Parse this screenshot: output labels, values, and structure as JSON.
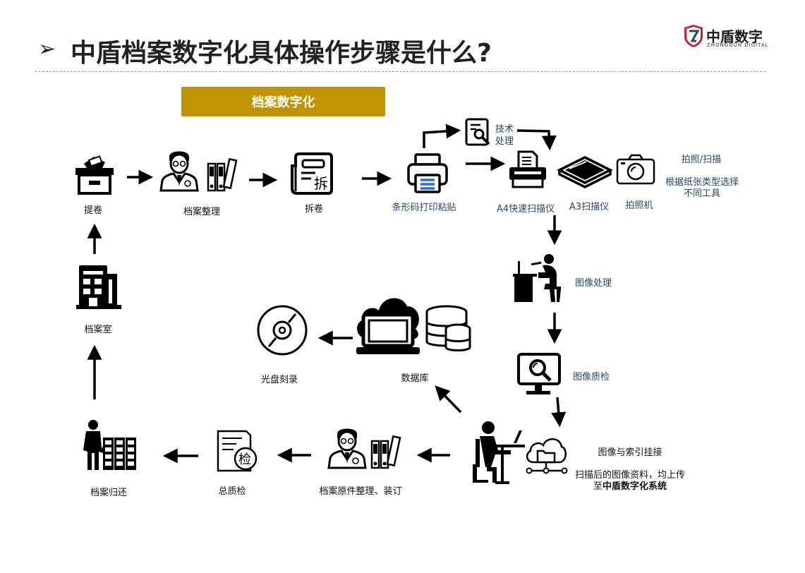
{
  "header": {
    "title": "中盾档案数字化具体操作步骤是什么?",
    "brand_name": "中盾数字",
    "brand_sub": "ZHONGDUN  DIGITAL",
    "brand_color": "#c0272d"
  },
  "banner": {
    "label": "档案数字化",
    "color": "#c09300"
  },
  "steps": {
    "tijuan": "提卷",
    "zhengli": "档案整理",
    "chaijuan": "拆卷",
    "tiaoxingma": "条形码打印粘贴",
    "jishu": "技术",
    "chuli": "处理",
    "a4": "A4快速扫描仪",
    "a3": "A3扫描仪",
    "camera": "拍照机",
    "paizhao_note": "拍照/扫描",
    "tool_note_1": "根据纸张类型选择",
    "tool_note_2": "不同工具",
    "image_process": "图像处理",
    "image_qc": "图像质检",
    "index_link": "图像与索引挂接",
    "upload_note_1": "扫描后的图像资料，均上传",
    "upload_note_2_prefix": "至",
    "upload_note_2_bold": "中盾数字化系统",
    "database": "数据库",
    "burn": "光盘刻录",
    "original_bind": "档案原件整理、装订",
    "final_qc": "总质检",
    "return_archive": "档案归还",
    "archive_room": "档案室"
  },
  "icon_glyphs": {
    "chai": "拆",
    "jian": "检"
  }
}
